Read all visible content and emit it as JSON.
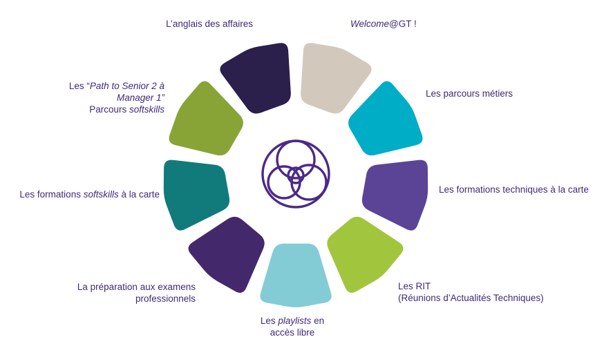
{
  "diagram": {
    "colors": {
      "label_text": "#3f2a78",
      "emblem": "#4b2a87"
    },
    "emblem_icon": "concentric-swirl-icon",
    "segments": [
      {
        "id": "anglais",
        "color": "#2b1f4b",
        "label": [
          [
            {
              "t": "L’anglais des affaires"
            }
          ]
        ]
      },
      {
        "id": "welcome",
        "color": "#d2c8bc",
        "label": [
          [
            {
              "t": "Welcome",
              "i": true
            },
            {
              "t": "@GT !"
            }
          ]
        ]
      },
      {
        "id": "parcours-metiers",
        "color": "#00adc6",
        "label": [
          [
            {
              "t": "Les parcours métiers"
            }
          ]
        ]
      },
      {
        "id": "formations-techniques",
        "color": "#5b4496",
        "label": [
          [
            {
              "t": "Les formations techniques à la carte"
            }
          ]
        ]
      },
      {
        "id": "rit",
        "color": "#a2c53e",
        "label": [
          [
            {
              "t": "Les RIT"
            }
          ],
          [
            {
              "t": "(Réunions d’Actualités Techniques)"
            }
          ]
        ]
      },
      {
        "id": "playlists",
        "color": "#84ccd5",
        "label": [
          [
            {
              "t": "Les "
            },
            {
              "t": "playlists",
              "i": true
            },
            {
              "t": " en"
            }
          ],
          [
            {
              "t": "accès libre"
            }
          ]
        ]
      },
      {
        "id": "examens",
        "color": "#43296c",
        "label": [
          [
            {
              "t": "La préparation aux examens"
            }
          ],
          [
            {
              "t": "professionnels"
            }
          ]
        ]
      },
      {
        "id": "softskills-carte",
        "color": "#117b7c",
        "label": [
          [
            {
              "t": "Les formations "
            },
            {
              "t": "softskills",
              "i": true
            },
            {
              "t": " à la carte"
            }
          ]
        ]
      },
      {
        "id": "path-senior",
        "color": "#88a437",
        "label": [
          [
            {
              "t": "Les “"
            },
            {
              "t": "Path to Senior 2 à",
              "i": true
            }
          ],
          [
            {
              "t": "Manager 1”",
              "i": true
            }
          ],
          [
            {
              "t": "Parcours "
            },
            {
              "t": "softskills",
              "i": true
            }
          ]
        ]
      }
    ]
  }
}
